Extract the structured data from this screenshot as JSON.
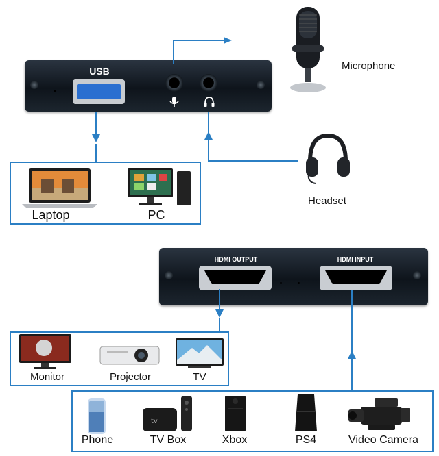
{
  "usb_hub": {
    "usb_label": "USB",
    "mic_icon": "microphone-icon",
    "headphone_icon": "headphone-icon"
  },
  "microphone_label": "Microphone",
  "headset_label": "Headset",
  "usb_outputs": [
    {
      "label": "Laptop",
      "icon": "laptop-icon"
    },
    {
      "label": "PC",
      "icon": "desktop-pc-icon"
    }
  ],
  "hdmi_device": {
    "output_label": "HDMI OUTPUT",
    "input_label": "HDMI INPUT"
  },
  "display_outputs": [
    {
      "label": "Monitor",
      "icon": "monitor-icon"
    },
    {
      "label": "Projector",
      "icon": "projector-icon"
    },
    {
      "label": "TV",
      "icon": "tv-icon"
    }
  ],
  "sources": [
    {
      "label": "Phone",
      "icon": "phone-icon"
    },
    {
      "label": "TV Box",
      "icon": "tv-box-icon"
    },
    {
      "label": "Xbox",
      "icon": "xbox-icon"
    },
    {
      "label": "PS4",
      "icon": "ps4-icon"
    },
    {
      "label": "Video Camera",
      "icon": "video-camera-icon"
    }
  ],
  "colors": {
    "accent": "#2b7fc4",
    "device": "#151c23"
  }
}
